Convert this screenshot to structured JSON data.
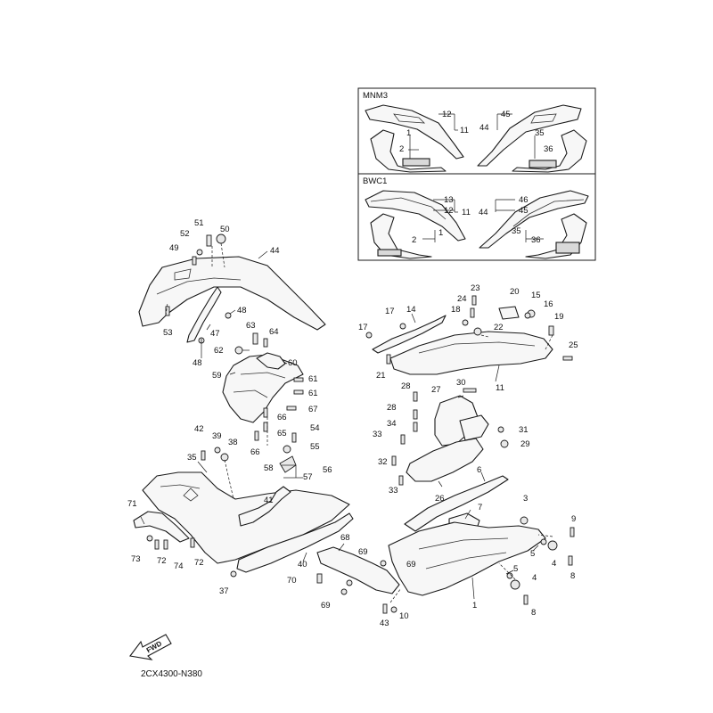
{
  "inset": {
    "variant_a": {
      "label": "MNM3",
      "callouts": [
        "12",
        "11",
        "1",
        "2",
        "45",
        "44",
        "35",
        "36"
      ]
    },
    "variant_b": {
      "label": "BWC1",
      "callouts": [
        "13",
        "12",
        "11",
        "2",
        "1",
        "46",
        "45",
        "44",
        "36",
        "35"
      ]
    }
  },
  "callouts": {
    "c51": "51",
    "c50": "50",
    "c52": "52",
    "c49": "49",
    "c44": "44",
    "c48a": "48",
    "c47": "47",
    "c53": "53",
    "c48b": "48",
    "c63": "63",
    "c64": "64",
    "c62": "62",
    "c60": "60",
    "c59": "59",
    "c61a": "61",
    "c61b": "61",
    "c67": "67",
    "c66a": "66",
    "c65": "65",
    "c66b": "66",
    "c42": "42",
    "c39": "39",
    "c38": "38",
    "c35": "35",
    "c54": "54",
    "c55": "55",
    "c58": "58",
    "c57": "57",
    "c56": "56",
    "c41": "41",
    "c71": "71",
    "c73": "73",
    "c72a": "72",
    "c74": "74",
    "c72b": "72",
    "c37": "37",
    "c40": "40",
    "c68": "68",
    "c69a": "69",
    "c69b": "69",
    "c70": "70",
    "c69c": "69",
    "c43": "43",
    "c10": "10",
    "c17a": "17",
    "c14": "14",
    "c17b": "17",
    "c18": "18",
    "c24": "24",
    "c23": "23",
    "c20": "20",
    "c15": "15",
    "c16": "16",
    "c19": "19",
    "c22": "22",
    "c25": "25",
    "c21": "21",
    "c11": "11",
    "c28a": "28",
    "c27": "27",
    "c30": "30",
    "c28b": "28",
    "c34": "34",
    "c33a": "33",
    "c31": "31",
    "c29": "29",
    "c32": "32",
    "c33b": "33",
    "c26": "26",
    "c6": "6",
    "c7": "7",
    "c3": "3",
    "c9": "9",
    "c5a": "5",
    "c4a": "4",
    "c8a": "8",
    "c5b": "5",
    "c4b": "4",
    "c8b": "8",
    "c1": "1"
  },
  "fwd_label": "FWD",
  "drawing_ref": "2CX4300-N380"
}
